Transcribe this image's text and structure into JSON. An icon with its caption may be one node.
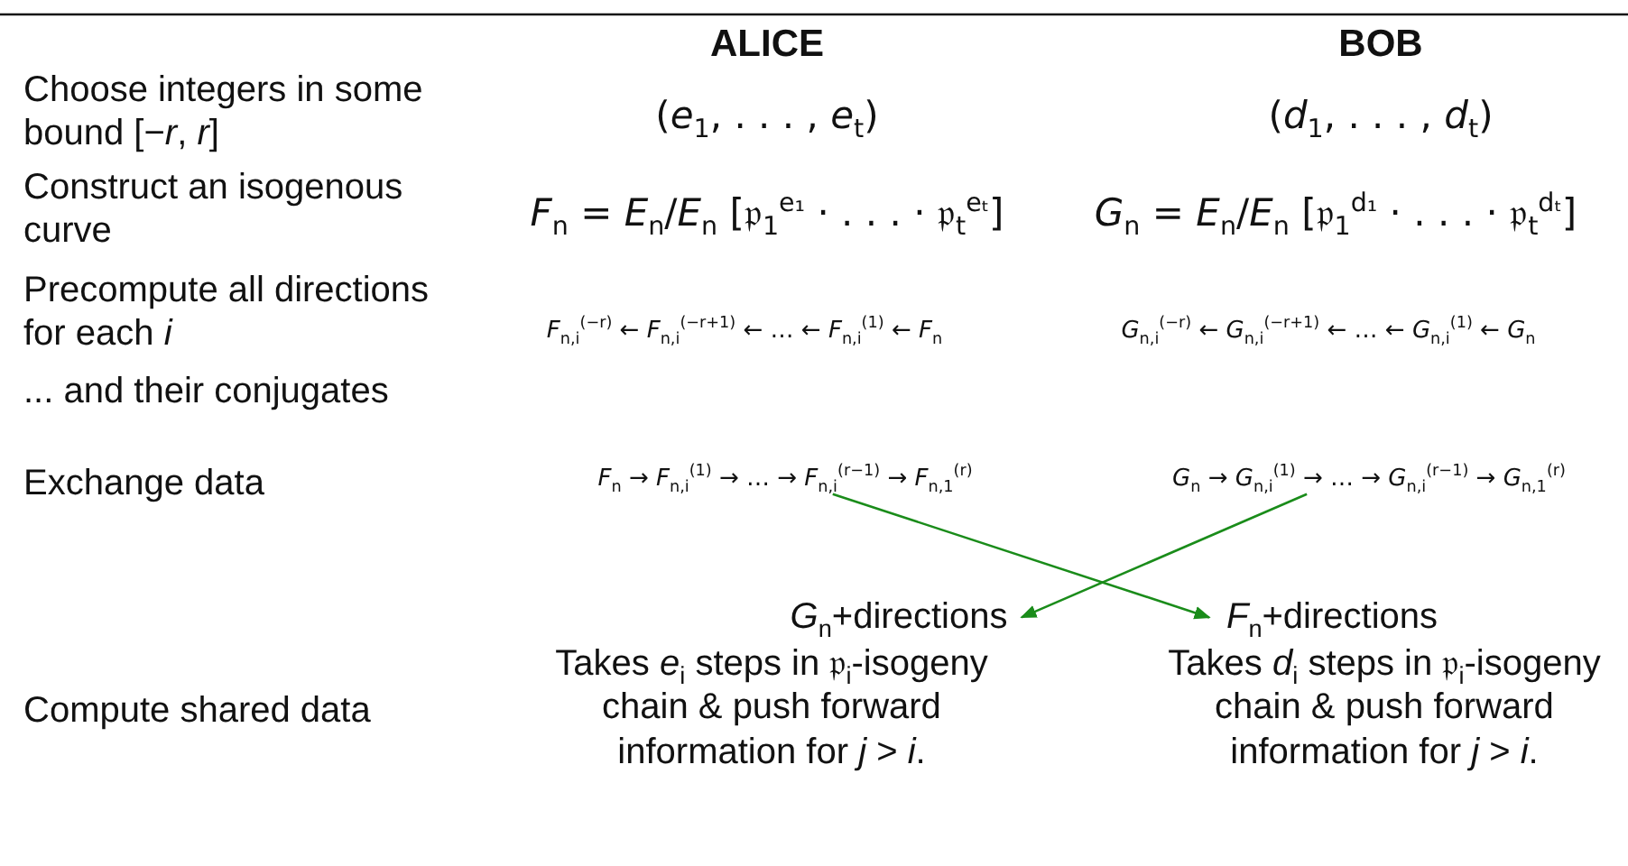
{
  "diagram": {
    "nodes": [
      {
        "text": [
          "*F*$_{n}$ → *F*$_{n,i}$$^{(1)}$ → … → *F*$_{n,i}$$^{(r−1)}$ → *F*$_{n,1}$$^{(r)}$"
        ]
      },
      {
        "text": [
          "*G*$_{n}$ → *G*$_{n,i}$$^{(1)}$ → … → *G*$_{n,i}$$^{(r−1)}$ → *G*$_{n,1}$$^{(r)}$"
        ]
      },
      {
        "text": [
          "*G*$_{n}$+directions"
        ]
      },
      {
        "text": [
          "*F*$_{n}$+directions"
        ]
      }
    ],
    "edges": [
      {
        "from": 0,
        "to": 3,
        "arrow": "to",
        "color": "#1a8c1a"
      },
      {
        "from": 1,
        "to": 2,
        "arrow": "to",
        "color": "#1a8c1a"
      }
    ],
    "labels": [
      "ALICE",
      "BOB",
      "Choose integers in some bound [−*r*, *r*]",
      "(*e*$_{1}$, . . . , *e*$_{t}$)",
      "(*d*$_{1}$, . . . , *d*$_{t}$)",
      "Construct an isogenous curve",
      "*F*$_{n}$ = *E*$_{n}$/*E*$_{n}$ [𝔭$_{1}$$^{e₁}$ · . . . · 𝔭$_{t}$$^{eₜ}$]",
      "*G*$_{n}$ = *E*$_{n}$/*E*$_{n}$ [𝔭$_{1}$$^{d₁}$ · . . . · 𝔭$_{t}$$^{dₜ}$]",
      "Precompute all directions for each *i*",
      "*F*$_{n,i}$$^{(−r)}$ ← *F*$_{n,i}$$^{(−r+1)}$ ← … ← *F*$_{n,i}$$^{(1)}$ ← *F*$_{n}$",
      "*G*$_{n,i}$$^{(−r)}$ ← *G*$_{n,i}$$^{(−r+1)}$ ← … ← *G*$_{n,i}$$^{(1)}$ ← *G*$_{n}$",
      "... and their conjugates",
      "Exchange data",
      "Compute shared data",
      "Takes *e*$_{i}$ steps in 𝔭$_{i}$-isogeny chain & push forward information for *j* > *i*.",
      "Takes *d*$_{i}$ steps in 𝔭$_{i}$-isogeny chain & push forward information for *j* > *i*."
    ]
  }
}
